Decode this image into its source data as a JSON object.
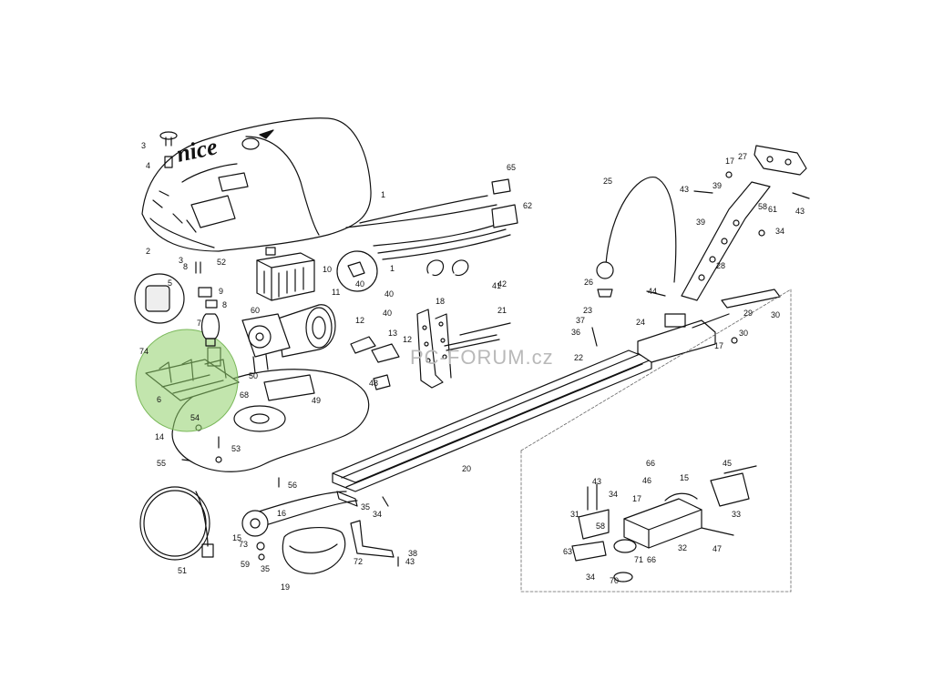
{
  "diagram": {
    "brand_logo_text": "nice",
    "watermark_text": "PC-FORUM.cz",
    "highlight_color": "#8fcf6a",
    "highlighted_part": "6",
    "callouts": [
      "1",
      "1",
      "2",
      "3",
      "3",
      "4",
      "5",
      "6",
      "7",
      "8",
      "8",
      "9",
      "10",
      "11",
      "12",
      "12",
      "13",
      "14",
      "15",
      "15",
      "16",
      "17",
      "17",
      "17",
      "18",
      "19",
      "20",
      "21",
      "22",
      "23",
      "24",
      "25",
      "26",
      "27",
      "28",
      "29",
      "30",
      "30",
      "31",
      "32",
      "33",
      "34",
      "34",
      "34",
      "34",
      "35",
      "35",
      "36",
      "37",
      "38",
      "39",
      "39",
      "40",
      "40",
      "40",
      "41",
      "42",
      "43",
      "43",
      "43",
      "43",
      "44",
      "45",
      "46",
      "47",
      "48",
      "49",
      "50",
      "51",
      "52",
      "53",
      "54",
      "55",
      "56",
      "58",
      "58",
      "59",
      "60",
      "61",
      "62",
      "63",
      "65",
      "66",
      "66",
      "68",
      "70",
      "71",
      "72",
      "73",
      "74"
    ]
  }
}
